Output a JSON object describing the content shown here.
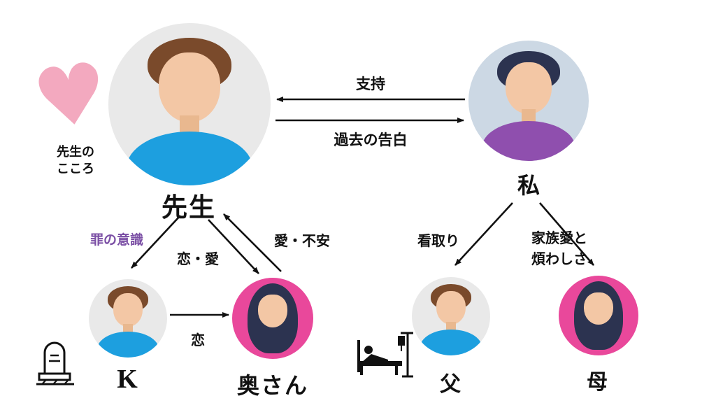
{
  "nodes": {
    "sensei": {
      "label": "先生"
    },
    "watashi": {
      "label": "私"
    },
    "k": {
      "label": "K"
    },
    "okusan": {
      "label": "奥さん"
    },
    "father": {
      "label": "父"
    },
    "mother": {
      "label": "母"
    }
  },
  "edges": {
    "support": {
      "from": "私",
      "to": "先生",
      "label": "支持"
    },
    "confession": {
      "from": "先生",
      "to": "私",
      "label": "過去の告白"
    },
    "guilt": {
      "from": "先生",
      "to": "K",
      "label": "罪の意識"
    },
    "love_affection": {
      "from": "先生",
      "to": "奥さん",
      "label": "恋・愛"
    },
    "love_anxiety": {
      "from": "奥さん",
      "to": "先生",
      "label": "愛・不安"
    },
    "love": {
      "from": "K",
      "to": "奥さん",
      "label": "恋"
    },
    "deathbed_care": {
      "from": "私",
      "to": "父",
      "label": "看取り"
    },
    "family_love": {
      "from": "私",
      "to": "母",
      "label_line1": "家族愛と",
      "label_line2": "煩わしさ"
    }
  },
  "decorations": {
    "heart_caption_line1": "先生の",
    "heart_caption_line2": "こころ",
    "heart_icon": "scribble-heart",
    "tombstone_icon": "tombstone",
    "hospital_bed_icon": "hospital-bed"
  },
  "colors": {
    "guilt_text": "#7b4fa5",
    "heart_pink": "#f3a9bf",
    "circle_gray": "#e9e9e9",
    "circle_blue": "#ccd8e4",
    "circle_pink": "#e9489b",
    "shirt_blue": "#1d9fdf",
    "shirt_purple": "#8f4fae",
    "hair_brown": "#7a4a2b",
    "hair_navy": "#2c3350",
    "skin": "#f3c7a5",
    "arrow": "#111111"
  }
}
